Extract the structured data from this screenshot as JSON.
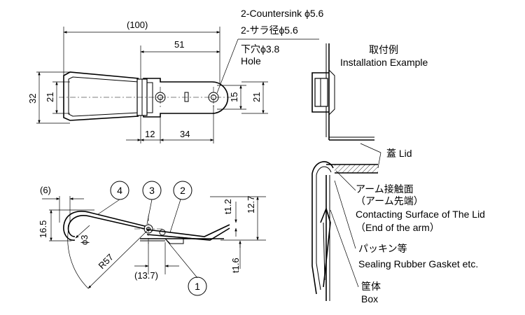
{
  "top_view": {
    "dim_overall": "(100)",
    "dim_51": "51",
    "dim_32": "32",
    "dim_21_left": "21",
    "dim_15": "15",
    "dim_21_right": "21",
    "dim_12": "12",
    "dim_34": "34",
    "hole_label_1": "2-Countersink ϕ5.6",
    "hole_label_2": "2-サラ径ϕ5.6",
    "hole_label_3": "下穴ϕ3.8",
    "hole_label_4": "Hole"
  },
  "side_view": {
    "dim_6": "(6)",
    "dim_16_5": "16.5",
    "dim_phi3": "ϕ3",
    "dim_r57": "R57",
    "dim_13_7": "(13.7)",
    "dim_t1_2": "t1.2",
    "dim_12_7": "12.7",
    "dim_t1_6": "t1.6",
    "part_1": "1",
    "part_2": "2",
    "part_3": "3",
    "part_4": "4"
  },
  "installation": {
    "title_jp": "取付例",
    "title_en": "Installation Example",
    "lid": "蓋 Lid",
    "contact_jp_1": "アーム接触面",
    "contact_jp_2": "（アーム先端）",
    "contact_en_1": "Contacting Surface of The Lid",
    "contact_en_2": "（End of the arm）",
    "gasket_jp": "パッキン等",
    "gasket_en": "Sealing Rubber Gasket etc.",
    "box_jp": "筐体",
    "box_en": "Box"
  }
}
